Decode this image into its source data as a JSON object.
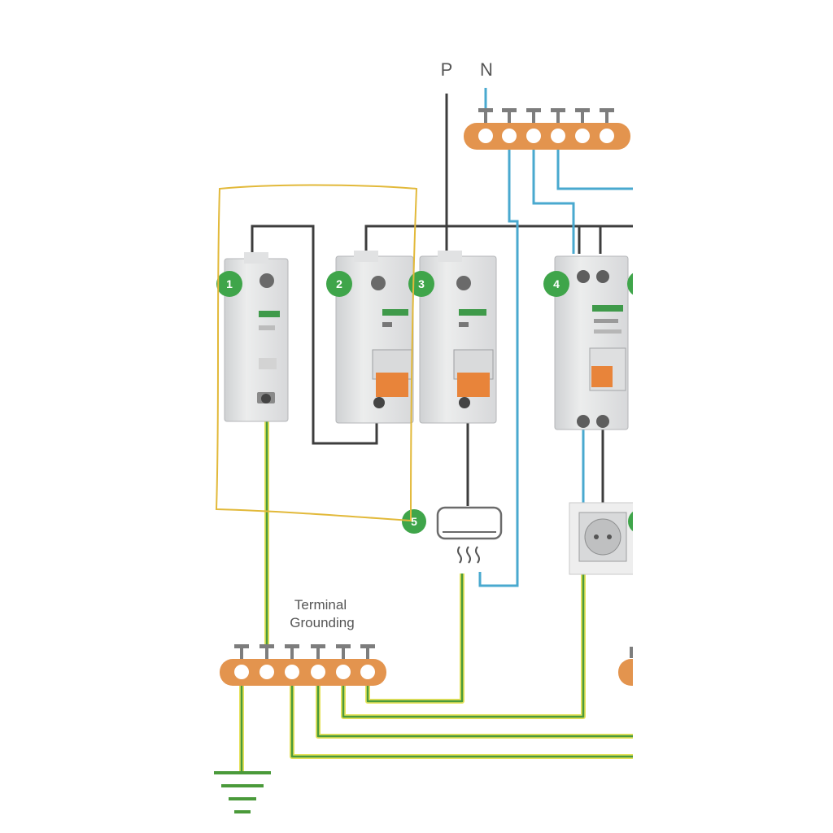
{
  "diagram": {
    "phase_label": "P",
    "neutral_label": "N",
    "terminal_label_line1": "Terminal",
    "terminal_label_line2": "Grounding",
    "badges": [
      "1",
      "2",
      "3",
      "4",
      "5"
    ],
    "colors": {
      "live": "#3d3d3d",
      "neutral": "#49a9cf",
      "earth_green": "#4a9a3a",
      "earth_yellow": "#e6e25a",
      "busbar": "#e3944e",
      "badge": "#3fa54a",
      "toggle": "#e8843a",
      "highlight": "#e2b93a"
    },
    "icons": [
      "breaker-icon",
      "heater-icon",
      "socket-icon",
      "ground-symbol-icon"
    ]
  }
}
